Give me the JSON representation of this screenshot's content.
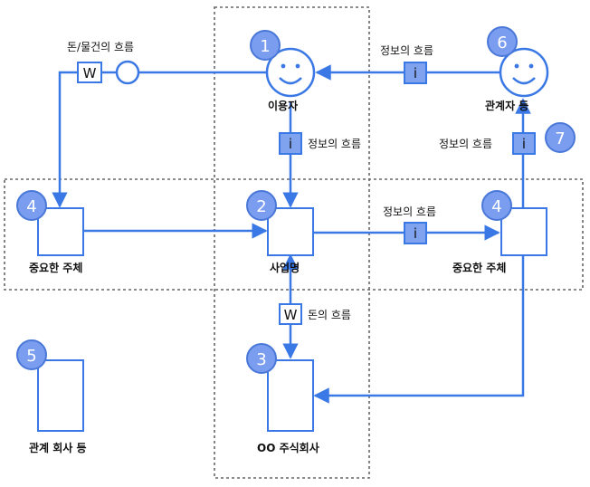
{
  "colors": {
    "flow": "#3a78e6",
    "badge_fill": "#7b9df0",
    "badge_stroke": "#4a78d8",
    "info_box_fill": "#7fa3ee",
    "dashed": "#666666"
  },
  "nodes": {
    "user": {
      "number": "1",
      "label": "이용자",
      "icon": "smiley-face-icon"
    },
    "business": {
      "number": "2",
      "label": "사업명"
    },
    "company": {
      "number": "3",
      "label": "OO 주식회사"
    },
    "key_left": {
      "number": "4",
      "label": "중요한 주체"
    },
    "key_right": {
      "number": "4",
      "label": "중요한 주체"
    },
    "related_company": {
      "number": "5",
      "label": "관계 회사 등"
    },
    "stakeholder": {
      "number": "6",
      "label": "관계자 등",
      "icon": "smiley-face-icon"
    },
    "badge7": {
      "number": "7"
    }
  },
  "flows": {
    "money_goods_label": "돈/물건의 흐름",
    "money_label": "돈의 흐름",
    "info_top_label": "정보의 흐름",
    "info_center_label": "정보의 흐름",
    "info_mid_label": "정보의 흐름",
    "info_right_label": "정보의 흐름",
    "money_tag": "W",
    "info_tag": "i"
  }
}
